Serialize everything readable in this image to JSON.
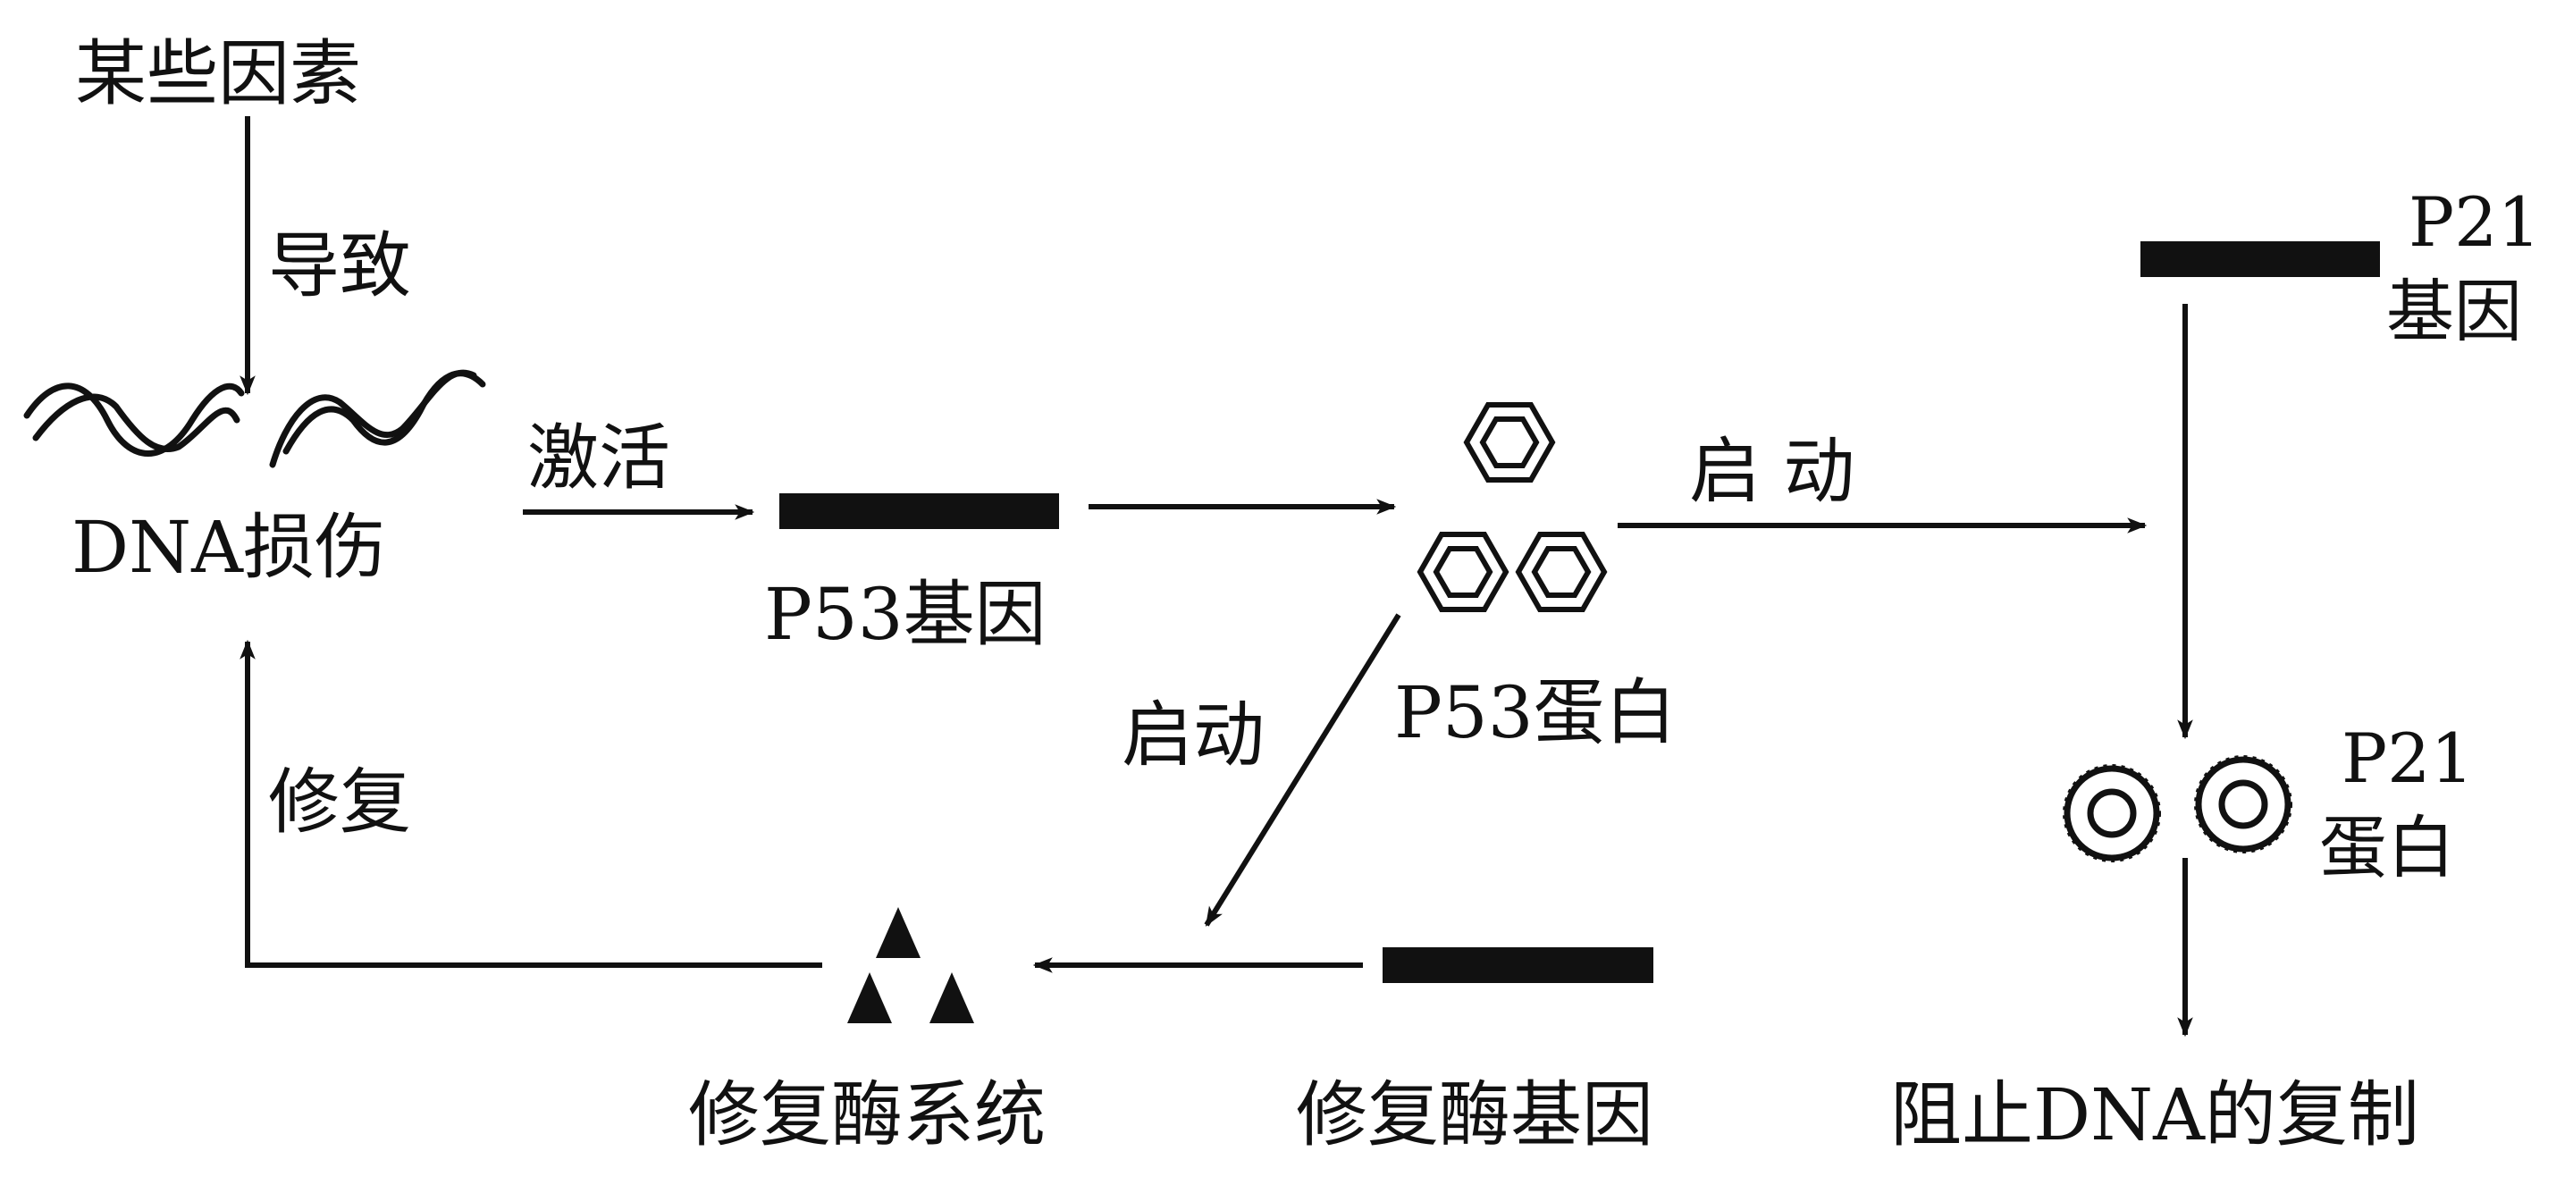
{
  "labels": {
    "factors": "某些因素",
    "cause": "导致",
    "dna_damage": "DNA损伤",
    "activate": "激活",
    "p53_gene": "P53基因",
    "p53_protein": "P53蛋白",
    "start_top": "启 动",
    "start_mid": "启动",
    "repair": "修复",
    "repair_enzyme_system": "修复酶系统",
    "repair_enzyme_gene": "修复酶基因",
    "p21_gene_line1": "P21",
    "p21_gene_line2": "基因",
    "p21_protein_line1": "P21",
    "p21_protein_line2": "蛋白",
    "block_replication": "阻止DNA的复制"
  },
  "colors": {
    "ink": "#111111",
    "background": "#ffffff"
  },
  "icons": {
    "dna": "dna-double-helix-icon",
    "p53_protein": "hexagon-ring-cluster-icon",
    "p21_protein": "double-ring-icon",
    "repair_enzyme": "triangle-cluster-icon",
    "gene": "gene-bar-icon"
  }
}
